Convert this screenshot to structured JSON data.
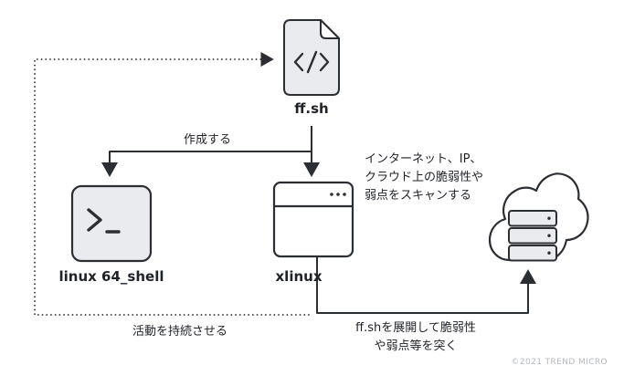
{
  "colors": {
    "stroke": "#2b2e33",
    "icon_fill": "#e9ebee",
    "background": "#ffffff",
    "copyright_text": "#b5b9bd"
  },
  "nodes": {
    "file": {
      "label": "ff.sh"
    },
    "terminal": {
      "label": "linux 64_shell"
    },
    "browser": {
      "label": "xlinux"
    },
    "cloud": {
      "label": ""
    }
  },
  "labels": {
    "create": "作成する",
    "persist": "活動を持続させる",
    "scan": [
      "インターネット、IP、",
      "クラウド上の脆弱性や",
      "弱点をスキャンする"
    ],
    "exploit": [
      "ff.shを展開して脆弱性",
      "や弱点等を突く"
    ],
    "copyright": "©2021 TREND MICRO"
  }
}
